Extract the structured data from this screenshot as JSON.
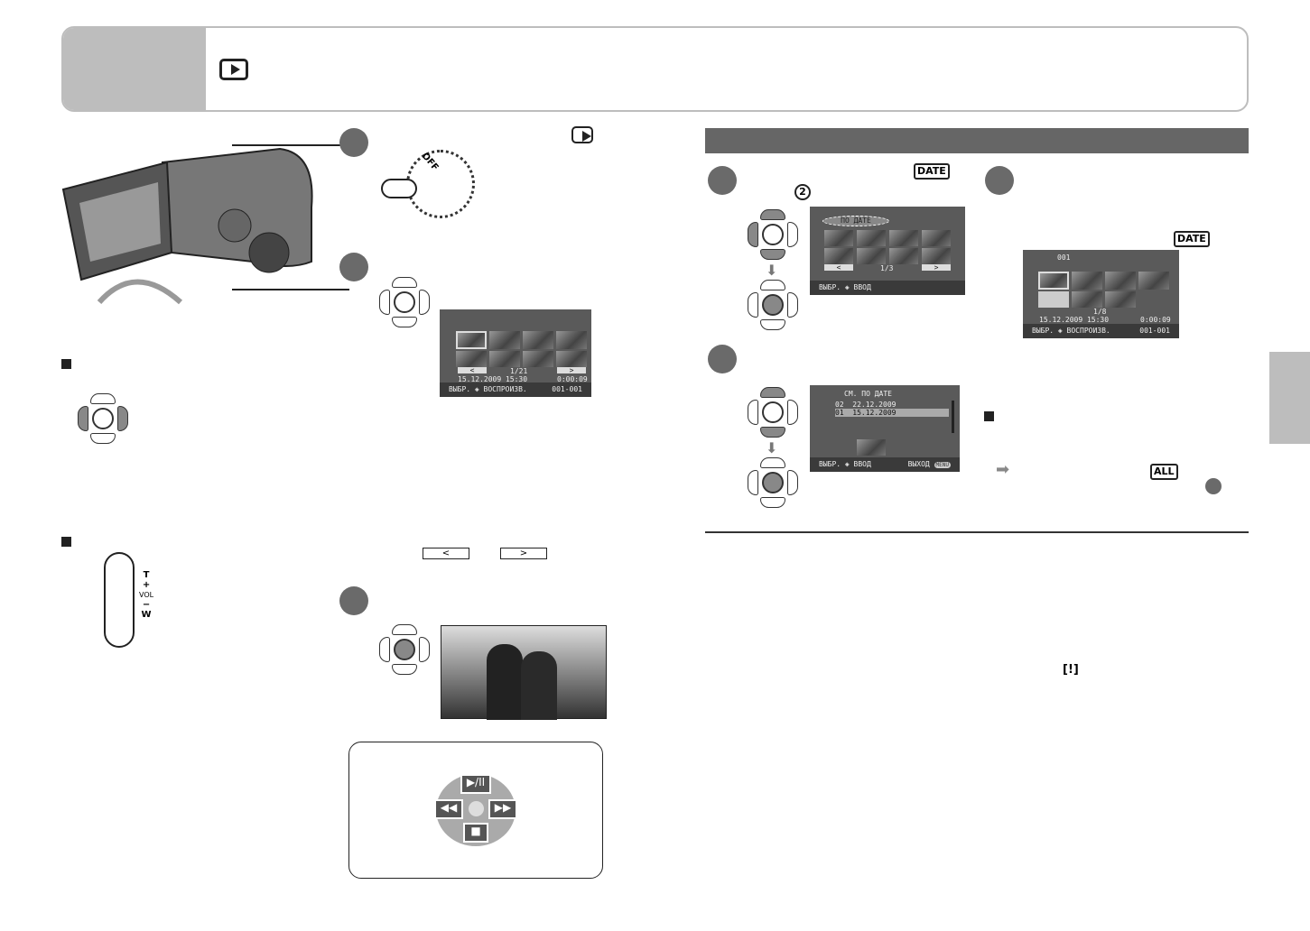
{
  "header": {
    "icon": "playback-mode-icon"
  },
  "dial": {
    "off_label": "OFF"
  },
  "screen1": {
    "counter": "1/21",
    "datetime": "15.12.2009  15:30",
    "duration": "0:00:09",
    "footer_left": "ВЫБР.",
    "footer_mid": "ВОСПРОИЗВ.",
    "scene": "001-001",
    "prev": "<",
    "next": ">"
  },
  "zoom_lever": {
    "t": "T",
    "plus": "+",
    "vol": "VOL",
    "minus": "−",
    "w": "W"
  },
  "nav_buttons": {
    "prev": "<",
    "next": ">"
  },
  "screen2": {
    "highlight": "ПО ДАТЕ",
    "counter": "1/3",
    "footer_left": "ВЫБР.",
    "footer_mid": "ВВОД",
    "prev": "<",
    "next": ">"
  },
  "screen3": {
    "title": "СМ. ПО ДАТЕ",
    "rows": [
      {
        "num": "02",
        "date": "22.12.2009"
      },
      {
        "num": "01",
        "date": "15.12.2009"
      }
    ],
    "footer_left": "ВЫБР.",
    "footer_mid": "ВВОД",
    "footer_right": "ВЫХОД",
    "menu": "MENU"
  },
  "screen4": {
    "group": "001",
    "counter": "1/8",
    "datetime": "15.12.2009  15:30",
    "duration": "0:00:09",
    "footer_left": "ВЫБР.",
    "footer_mid": "ВОСПРОИЗВ.",
    "scene": "001-001"
  },
  "badges": {
    "date": "DATE",
    "all": "ALL",
    "step_ref": "2",
    "warning": "[!]"
  },
  "controls": {
    "play_pause": "▶/II",
    "rew": "◀◀",
    "ff": "▶▶",
    "stop": "■"
  }
}
